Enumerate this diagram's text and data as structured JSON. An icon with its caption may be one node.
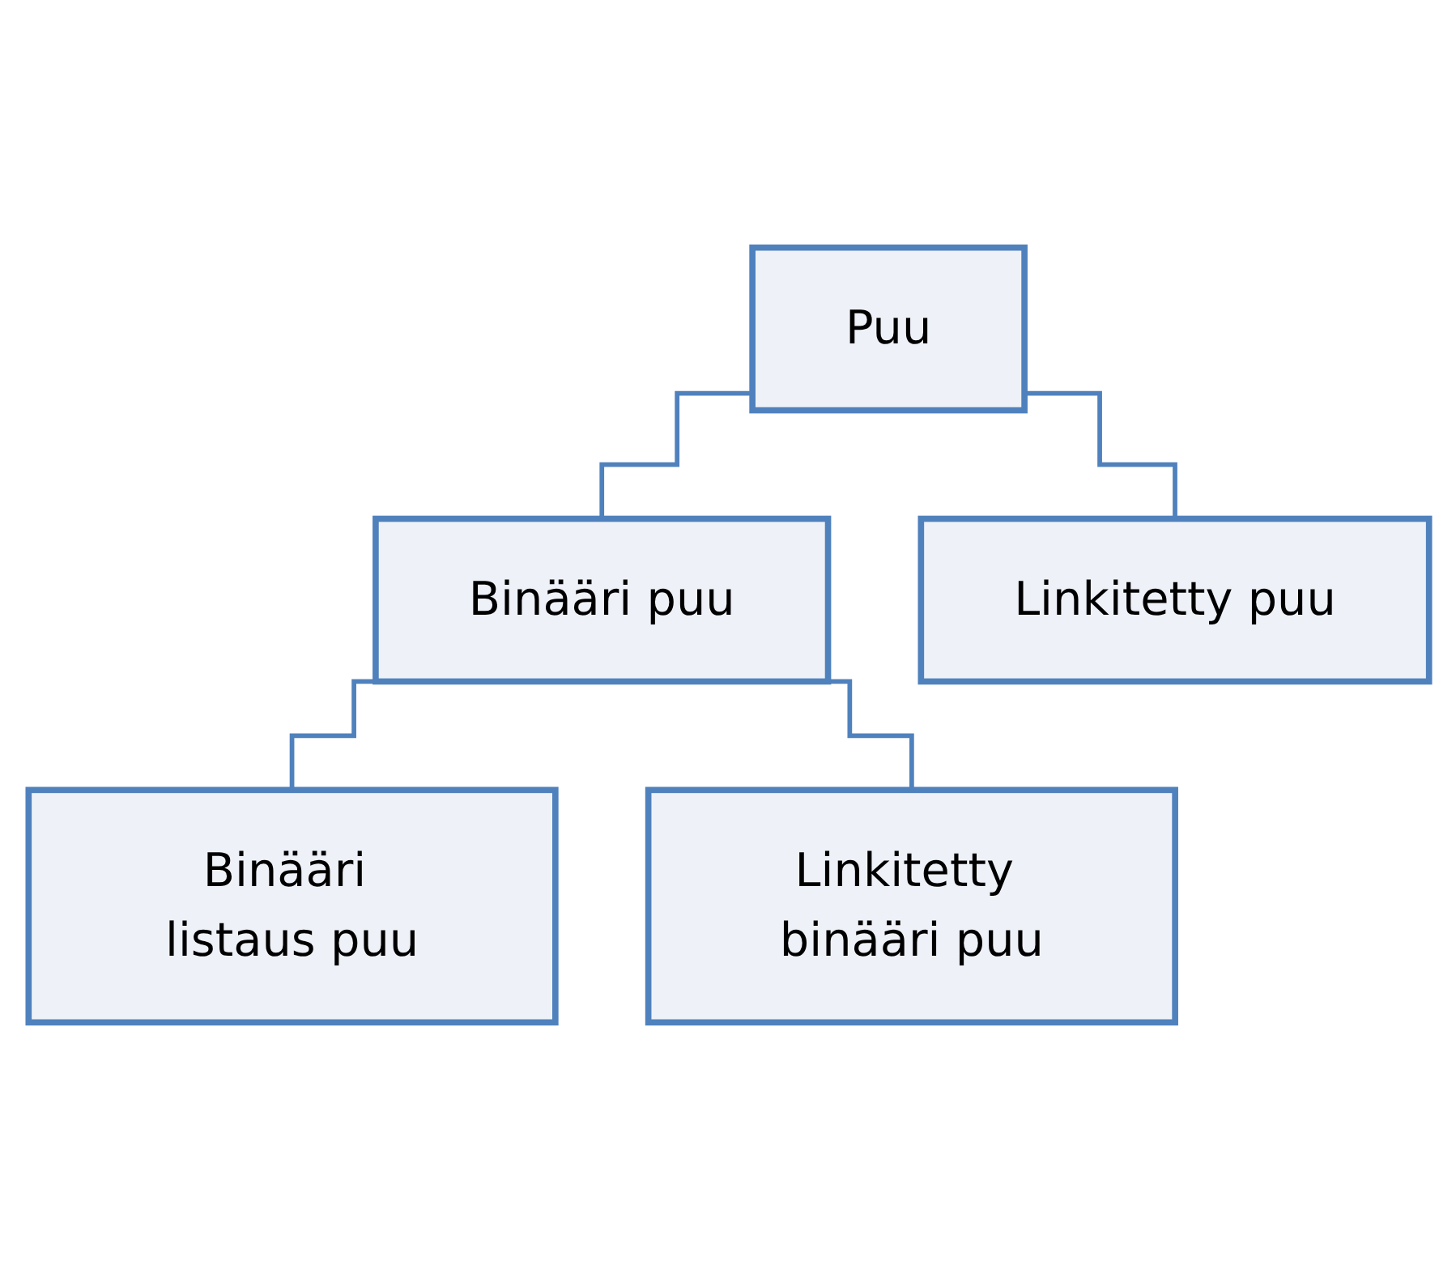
{
  "diagram": {
    "nodes": [
      {
        "text": [
          "Puu"
        ]
      },
      {
        "text": [
          "Binääri puu"
        ]
      },
      {
        "text": [
          "Linkitetty puu"
        ]
      },
      {
        "text": [
          "Binääri listaus puu"
        ]
      },
      {
        "text": [
          "Linkitetty binääri puu"
        ]
      }
    ],
    "edges": [
      {
        "from": 0,
        "to": 1,
        "arrow": "none"
      },
      {
        "from": 0,
        "to": 2,
        "arrow": "none"
      },
      {
        "from": 1,
        "to": 3,
        "arrow": "none"
      },
      {
        "from": 1,
        "to": 4,
        "arrow": "none"
      }
    ]
  }
}
